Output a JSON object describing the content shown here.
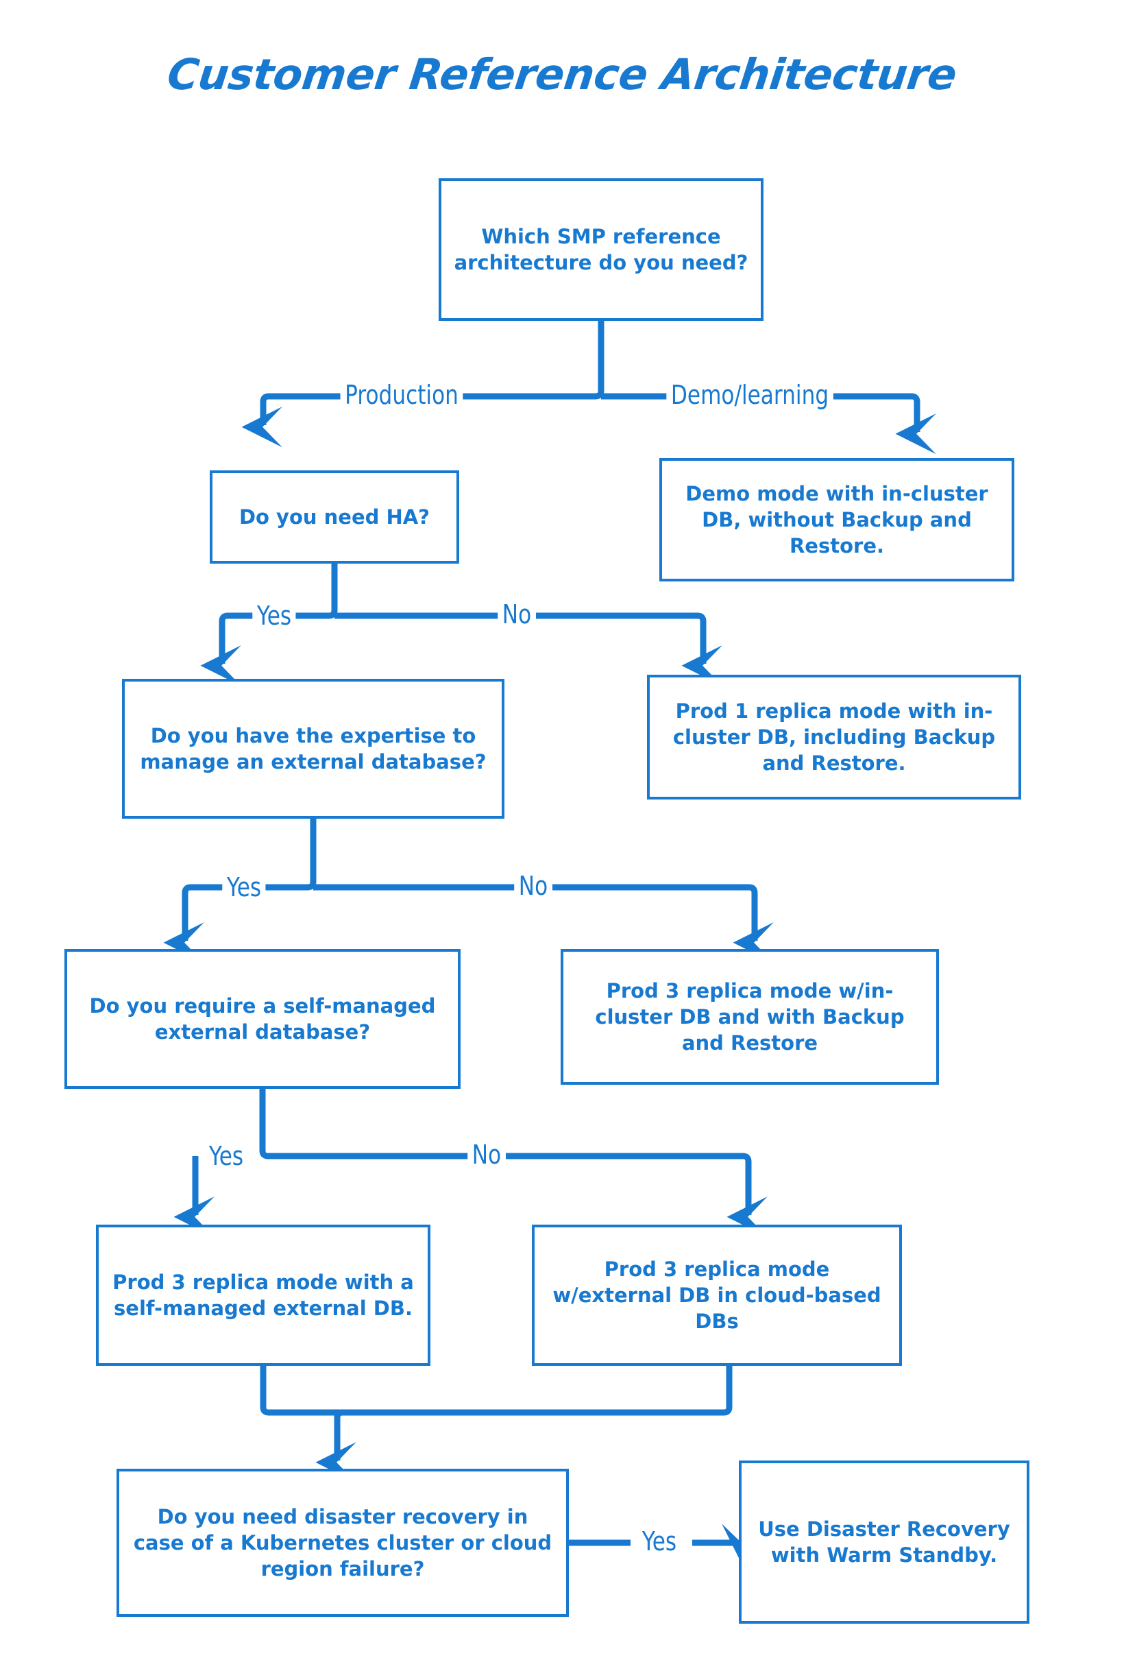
{
  "title": "Customer Reference Architecture",
  "colors": {
    "accent": "#1779D0",
    "background": "#FFFFFF"
  },
  "diagram": {
    "type": "flowchart",
    "nodes": [
      {
        "id": "start",
        "kind": "decision",
        "text": "Which SMP reference architecture do you need?"
      },
      {
        "id": "demo_result",
        "kind": "result",
        "text": "Demo mode with in-cluster DB, without Backup and Restore."
      },
      {
        "id": "need_ha",
        "kind": "decision",
        "text": "Do you need HA?"
      },
      {
        "id": "prod1_result",
        "kind": "result",
        "text": "Prod 1 replica mode with in-cluster DB, including Backup and Restore."
      },
      {
        "id": "expertise",
        "kind": "decision",
        "text": "Do you have the expertise to manage an external database?"
      },
      {
        "id": "prod3_incluster_result",
        "kind": "result",
        "text": "Prod 3 replica mode w/in-cluster DB and with Backup and Restore"
      },
      {
        "id": "self_managed",
        "kind": "decision",
        "text": "Do you require a self-managed external database?"
      },
      {
        "id": "prod3_selfmanaged_result",
        "kind": "result",
        "text": "Prod 3 replica mode with a self-managed external DB."
      },
      {
        "id": "prod3_cloud_result",
        "kind": "result",
        "text": "Prod 3 replica mode w/external DB in cloud-based DBs"
      },
      {
        "id": "disaster_recovery",
        "kind": "decision",
        "text": "Do you need disaster recovery in case of a Kubernetes cluster or cloud region failure?"
      },
      {
        "id": "warm_standby_result",
        "kind": "result",
        "text": "Use Disaster Recovery with Warm Standby."
      }
    ],
    "edge_labels": [
      {
        "id": "production",
        "text": "Production",
        "from": "start",
        "to": "need_ha"
      },
      {
        "id": "demo_learning",
        "text": "Demo/learning",
        "from": "start",
        "to": "demo_result"
      },
      {
        "id": "ha_yes",
        "text": "Yes",
        "from": "need_ha",
        "to": "expertise"
      },
      {
        "id": "ha_no",
        "text": "No",
        "from": "need_ha",
        "to": "prod1_result"
      },
      {
        "id": "expertise_yes",
        "text": "Yes",
        "from": "expertise",
        "to": "self_managed"
      },
      {
        "id": "expertise_no",
        "text": "No",
        "from": "expertise",
        "to": "prod3_incluster_result"
      },
      {
        "id": "selfmanaged_yes",
        "text": "Yes",
        "from": "self_managed",
        "to": "prod3_selfmanaged_result"
      },
      {
        "id": "selfmanaged_no",
        "text": "No",
        "from": "self_managed",
        "to": "prod3_cloud_result"
      },
      {
        "id": "dr_yes",
        "text": "Yes",
        "from": "disaster_recovery",
        "to": "warm_standby_result"
      }
    ]
  }
}
